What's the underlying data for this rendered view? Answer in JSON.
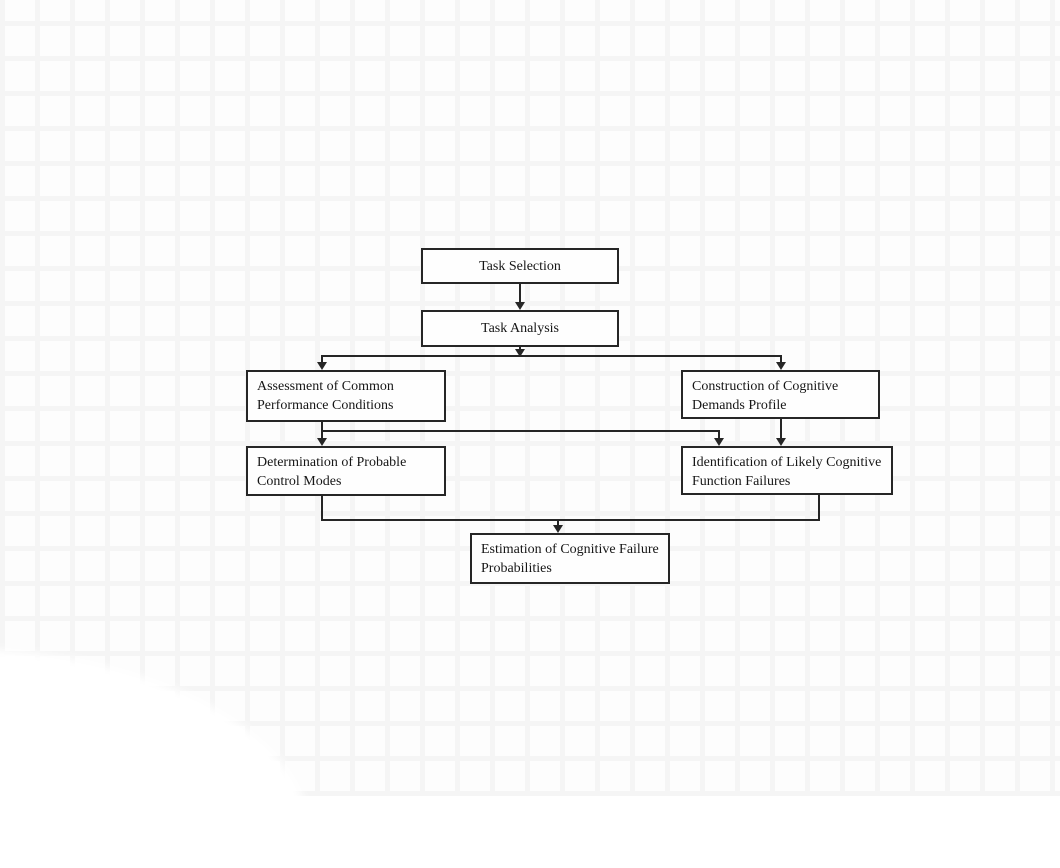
{
  "diagram": {
    "type": "flowchart",
    "nodes": {
      "task_selection": {
        "label": "Task Selection"
      },
      "task_analysis": {
        "label": "Task Analysis"
      },
      "assessment": {
        "label": "Assessment of Common Performance Conditions"
      },
      "construction": {
        "label": "Construction of Cognitive Demands Profile"
      },
      "determination": {
        "label": "Determination of Probable Control Modes"
      },
      "identification": {
        "label": "Identification of Likely Cognitive Function Failures"
      },
      "estimation": {
        "label": "Estimation of Cognitive Failure Probabilities"
      }
    },
    "edges": [
      {
        "from": "Task Selection",
        "to": "Task Analysis"
      },
      {
        "from": "Task Analysis",
        "to": "Assessment of Common Performance Conditions"
      },
      {
        "from": "Task Analysis",
        "to": "Construction of Cognitive Demands Profile"
      },
      {
        "from": "Assessment of Common Performance Conditions",
        "to": "Determination of Probable Control Modes"
      },
      {
        "from": "Assessment of Common Performance Conditions",
        "to": "Identification of Likely Cognitive Function Failures"
      },
      {
        "from": "Construction of Cognitive Demands Profile",
        "to": "Identification of Likely Cognitive Function Failures"
      },
      {
        "from": "Determination of Probable Control Modes",
        "to": "Estimation of Cognitive Failure Probabilities"
      },
      {
        "from": "Identification of Likely Cognitive Function Failures",
        "to": "Estimation of Cognitive Failure Probabilities"
      }
    ],
    "colors": {
      "line": "#262626",
      "node_border": "#262626",
      "node_fill": "#fefefe",
      "canvas": "#fdfdfd"
    }
  }
}
